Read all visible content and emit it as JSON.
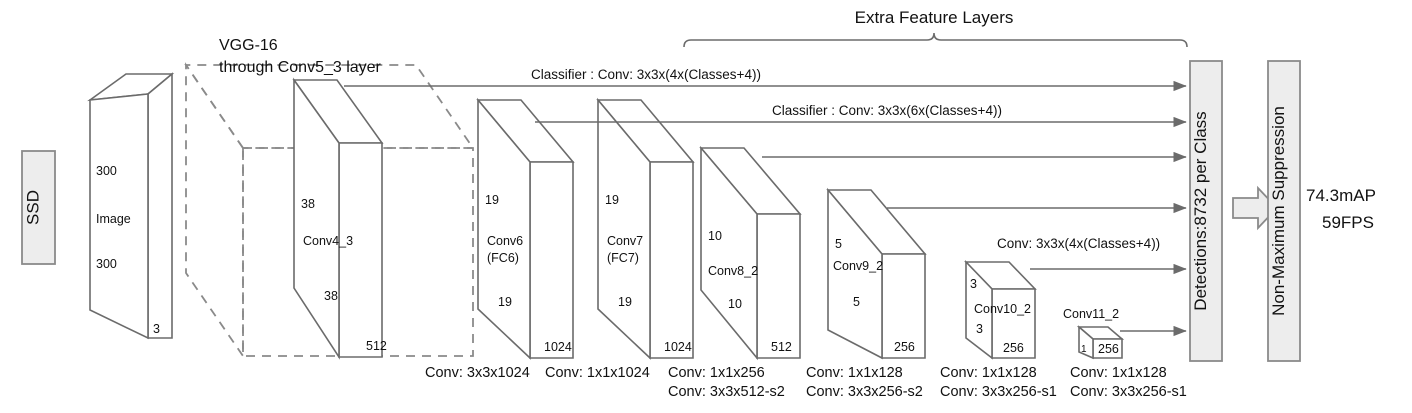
{
  "figure": {
    "title": "SSD network architecture diagram",
    "headers": {
      "extra_feature_layers": "Extra Feature Layers",
      "vgg_line1": "VGG-16",
      "vgg_line2": "through Conv5_3 layer"
    },
    "classifier_labels": [
      "Classifier : Conv: 3x3x(4x(Classes+4))",
      "Classifier : Conv: 3x3x(6x(Classes+4))",
      "Conv: 3x3x(4x(Classes+4))"
    ],
    "stages": {
      "ssd": "SSD",
      "detections": "Detections:8732  per Class",
      "nms": "Non-Maximum Suppression"
    },
    "performance": {
      "map": "74.3mAP",
      "fps": "59FPS"
    },
    "blocks": [
      {
        "id": "image",
        "name": "Image",
        "height": "300",
        "width": "300",
        "depth": "3"
      },
      {
        "id": "conv4_3",
        "name": "Conv4_3",
        "height": "38",
        "width": "38",
        "depth": "512"
      },
      {
        "id": "conv6",
        "name": "Conv6",
        "name2": "(FC6)",
        "height": "19",
        "width": "19",
        "depth": "1024"
      },
      {
        "id": "conv7",
        "name": "Conv7",
        "name2": "(FC7)",
        "height": "19",
        "width": "19",
        "depth": "1024"
      },
      {
        "id": "conv8_2",
        "name": "Conv8_2",
        "height": "10",
        "width": "10",
        "depth": "512"
      },
      {
        "id": "conv9_2",
        "name": "Conv9_2",
        "height": "5",
        "width": "5",
        "depth": "256"
      },
      {
        "id": "conv10_2",
        "name": "Conv10_2",
        "height": "3",
        "width": "3",
        "depth": "256"
      },
      {
        "id": "conv11_2",
        "name": "Conv11_2",
        "height": "1",
        "depth": "256"
      }
    ],
    "captions": [
      {
        "id": "cap-conv4_3",
        "line1": "Conv: 3x3x1024",
        "line2": ""
      },
      {
        "id": "cap-conv6",
        "line1": "Conv: 1x1x1024",
        "line2": ""
      },
      {
        "id": "cap-conv7",
        "line1": "Conv: 1x1x256",
        "line2": "Conv:  3x3x512-s2"
      },
      {
        "id": "cap-conv8_2",
        "line1": "Conv: 1x1x128",
        "line2": "Conv: 3x3x256-s2"
      },
      {
        "id": "cap-conv9_2",
        "line1": "Conv: 1x1x128",
        "line2": "Conv: 3x3x256-s1"
      },
      {
        "id": "cap-conv10_2",
        "line1": "Conv: 1x1x128",
        "line2": "Conv: 3x3x256-s1"
      }
    ],
    "colors": {
      "stroke": "#6b6b6b",
      "dashed": "#8a8a8a",
      "box_fill": "#ededed",
      "text": "#111111",
      "background": "#ffffff"
    }
  }
}
